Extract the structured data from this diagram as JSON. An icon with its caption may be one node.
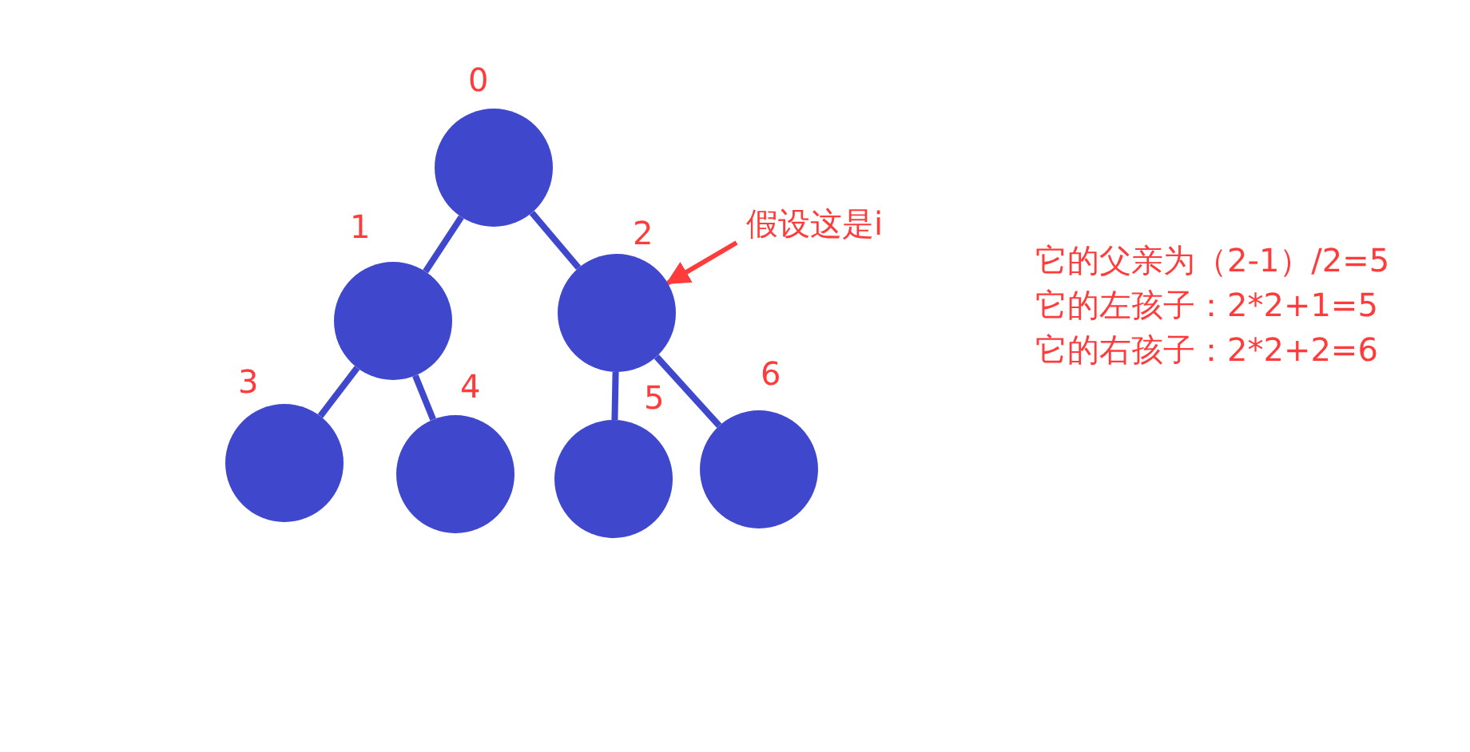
{
  "diagram": {
    "nodes": [
      {
        "text": [],
        "shape": "circle",
        "beside": [
          "0"
        ]
      },
      {
        "text": [],
        "shape": "circle",
        "beside": [
          "1"
        ]
      },
      {
        "text": [],
        "shape": "circle",
        "beside": [
          "2"
        ]
      },
      {
        "text": [],
        "shape": "circle",
        "beside": [
          "3"
        ]
      },
      {
        "text": [],
        "shape": "circle",
        "beside": [
          "4"
        ]
      },
      {
        "text": [],
        "shape": "circle",
        "beside": [
          "5"
        ]
      },
      {
        "text": [],
        "shape": "circle",
        "beside": [
          "6"
        ]
      },
      {
        "text": [
          "假设这是i"
        ]
      }
    ],
    "edges": [
      {
        "from": 0,
        "to": 1,
        "arrow": "none"
      },
      {
        "from": 0,
        "to": 2,
        "arrow": "none"
      },
      {
        "from": 1,
        "to": 3,
        "arrow": "none"
      },
      {
        "from": 1,
        "to": 4,
        "arrow": "none"
      },
      {
        "from": 2,
        "to": 5,
        "arrow": "none"
      },
      {
        "from": 2,
        "to": 6,
        "arrow": "none"
      },
      {
        "from": 7,
        "to": 2,
        "arrow": "to",
        "color": "#ff3b3b"
      }
    ],
    "labels": [
      "它的父亲为（2-1）/2=5",
      "它的左孩子：2*2+1=5",
      "它的右孩子：2*2+2=6"
    ]
  }
}
